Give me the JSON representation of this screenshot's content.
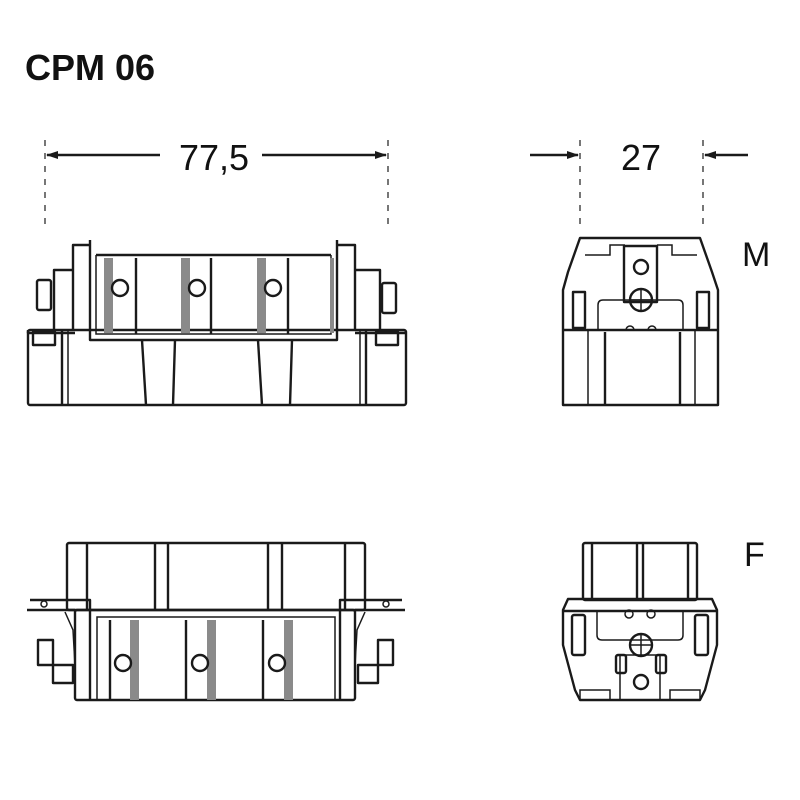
{
  "title": "CPM 06",
  "dimensions": {
    "width_label": "77,5",
    "depth_label": "27"
  },
  "views": {
    "male_label": "M",
    "female_label": "F"
  },
  "colors": {
    "line": "#1a1a1a",
    "contact_shade": "#8a8a8a"
  }
}
